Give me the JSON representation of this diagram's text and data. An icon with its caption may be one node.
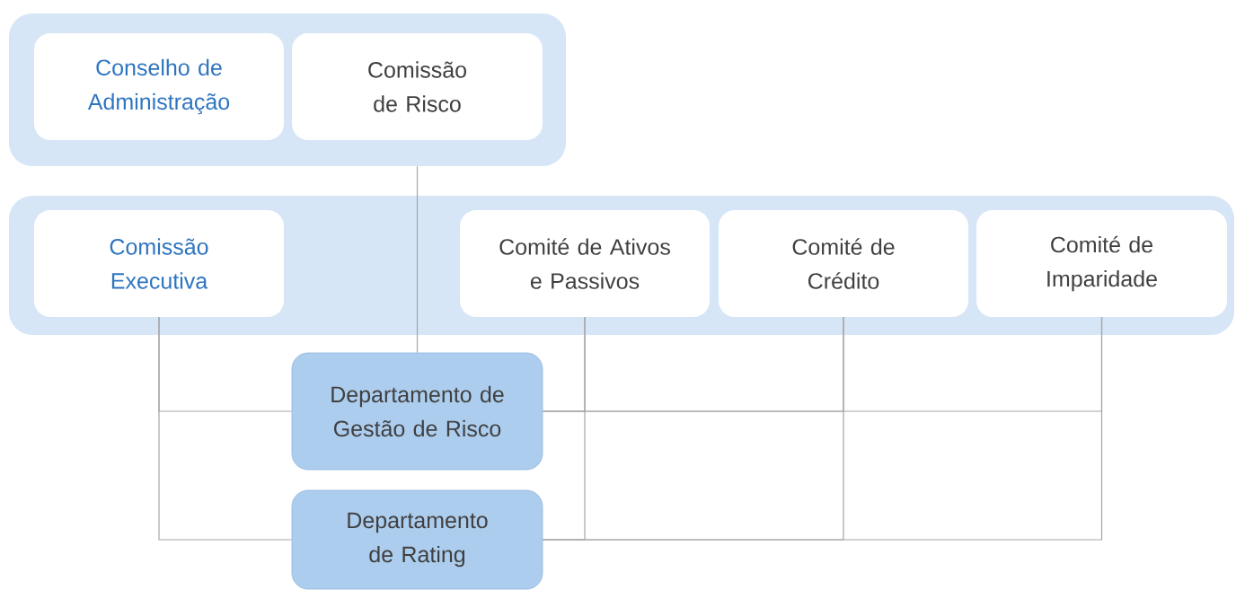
{
  "diagram": {
    "nodes": [
      {
        "text": [],
        "shape": "box"
      },
      {
        "text": [
          "Conselho de Administração"
        ],
        "in": 0
      },
      {
        "text": [
          "Comissão de Risco"
        ],
        "in": 0
      },
      {
        "text": [],
        "shape": "box"
      },
      {
        "text": [
          "Comissão Executiva"
        ],
        "in": 3
      },
      {
        "text": [
          "Comité de Ativos e Passivos"
        ],
        "in": 3
      },
      {
        "text": [
          "Comité de Crédito"
        ],
        "in": 3
      },
      {
        "text": [
          "Comité de Imparidade"
        ],
        "in": 3
      },
      {
        "text": [
          "Departamento de Gestão de Risco"
        ]
      },
      {
        "text": [
          "Departamento de Rating"
        ]
      }
    ],
    "edges": [
      {
        "from": 0,
        "to": 8,
        "arrow": "none"
      },
      {
        "from": 4,
        "to": 8,
        "arrow": "none"
      },
      {
        "from": 5,
        "to": 8,
        "arrow": "none"
      },
      {
        "from": 6,
        "to": 8,
        "arrow": "none"
      },
      {
        "from": 7,
        "to": 8,
        "arrow": "none"
      },
      {
        "from": 4,
        "to": 9,
        "arrow": "none"
      },
      {
        "from": 5,
        "to": 9,
        "arrow": "none"
      },
      {
        "from": 6,
        "to": 9,
        "arrow": "none"
      },
      {
        "from": 7,
        "to": 9,
        "arrow": "none"
      }
    ]
  }
}
